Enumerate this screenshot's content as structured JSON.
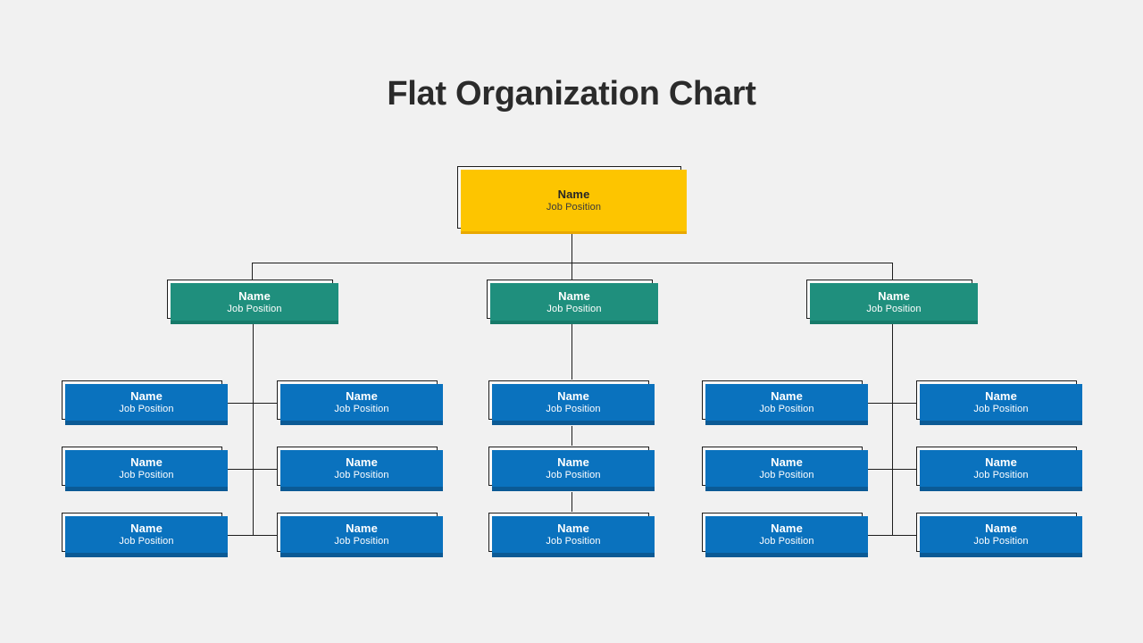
{
  "title": "Flat Organization Chart",
  "theme": {
    "background": "#f1f1f1",
    "title_color": "#2b2b2b",
    "top_fill": "#fdc500",
    "mid_fill": "#1f8f7d",
    "leaf_fill": "#0a72be",
    "line_color": "#1d1d1d",
    "outline_color": "#1d1d1d"
  },
  "labels": {
    "name": "Name",
    "role": "Job Position"
  },
  "chart_data": {
    "type": "tree",
    "title": "Flat Organization Chart",
    "levels": 3,
    "nodes": {
      "root": {
        "name": "Name",
        "role": "Job Position",
        "color": "#fdc500"
      },
      "managers": [
        {
          "name": "Name",
          "role": "Job Position",
          "color": "#1f8f7d"
        },
        {
          "name": "Name",
          "role": "Job Position",
          "color": "#1f8f7d"
        },
        {
          "name": "Name",
          "role": "Job Position",
          "color": "#1f8f7d"
        }
      ],
      "staff": [
        {
          "name": "Name",
          "role": "Job Position",
          "color": "#0a72be"
        },
        {
          "name": "Name",
          "role": "Job Position",
          "color": "#0a72be"
        },
        {
          "name": "Name",
          "role": "Job Position",
          "color": "#0a72be"
        },
        {
          "name": "Name",
          "role": "Job Position",
          "color": "#0a72be"
        },
        {
          "name": "Name",
          "role": "Job Position",
          "color": "#0a72be"
        },
        {
          "name": "Name",
          "role": "Job Position",
          "color": "#0a72be"
        },
        {
          "name": "Name",
          "role": "Job Position",
          "color": "#0a72be"
        },
        {
          "name": "Name",
          "role": "Job Position",
          "color": "#0a72be"
        },
        {
          "name": "Name",
          "role": "Job Position",
          "color": "#0a72be"
        },
        {
          "name": "Name",
          "role": "Job Position",
          "color": "#0a72be"
        },
        {
          "name": "Name",
          "role": "Job Position",
          "color": "#0a72be"
        },
        {
          "name": "Name",
          "role": "Job Position",
          "color": "#0a72be"
        },
        {
          "name": "Name",
          "role": "Job Position",
          "color": "#0a72be"
        },
        {
          "name": "Name",
          "role": "Job Position",
          "color": "#0a72be"
        },
        {
          "name": "Name",
          "role": "Job Position",
          "color": "#0a72be"
        }
      ]
    }
  }
}
